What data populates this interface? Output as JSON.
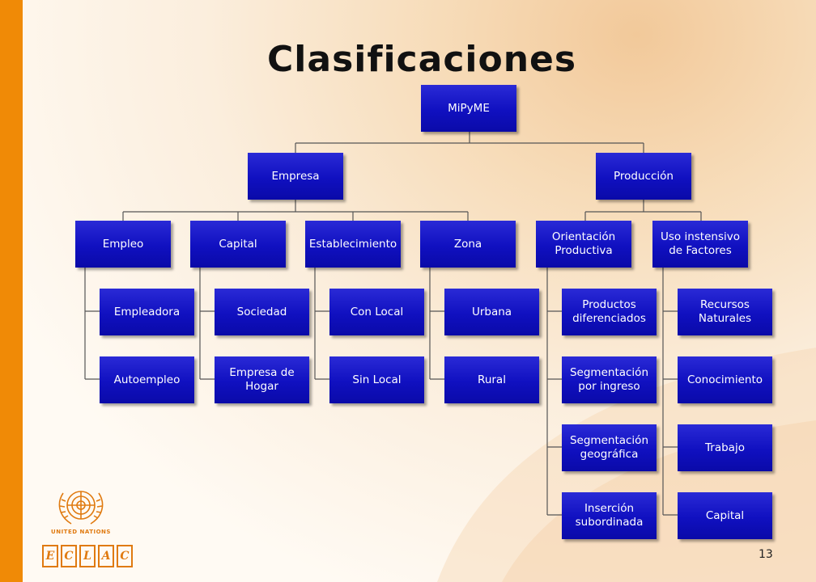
{
  "title": "Clasificaciones",
  "page_number": "13",
  "logo": {
    "org_text": "United Nations",
    "acronym": [
      "E",
      "C",
      "L",
      "A",
      "C"
    ]
  },
  "tree": {
    "root": "MiPyME",
    "level1": [
      "Empresa",
      "Producción"
    ],
    "empresa": {
      "categories": [
        "Empleo",
        "Capital",
        "Establecimiento",
        "Zona"
      ],
      "empleo": [
        "Empleadora",
        "Autoempleo"
      ],
      "capital": [
        "Sociedad",
        "Empresa de Hogar"
      ],
      "establecimiento": [
        "Con Local",
        "Sin Local"
      ],
      "zona": [
        "Urbana",
        "Rural"
      ]
    },
    "produccion": {
      "categories": [
        "Orientación Productiva",
        "Uso instensivo de Factores"
      ],
      "orientacion": [
        "Productos diferenciados",
        "Segmentación por ingreso",
        "Segmentación geográfica",
        "Inserción subordinada"
      ],
      "uso": [
        "Recursos Naturales",
        "Conocimiento",
        "Trabajo",
        "Capital"
      ]
    }
  },
  "colors": {
    "accent": "#f08a06",
    "node": "#1414c8",
    "connector": "#555555"
  }
}
